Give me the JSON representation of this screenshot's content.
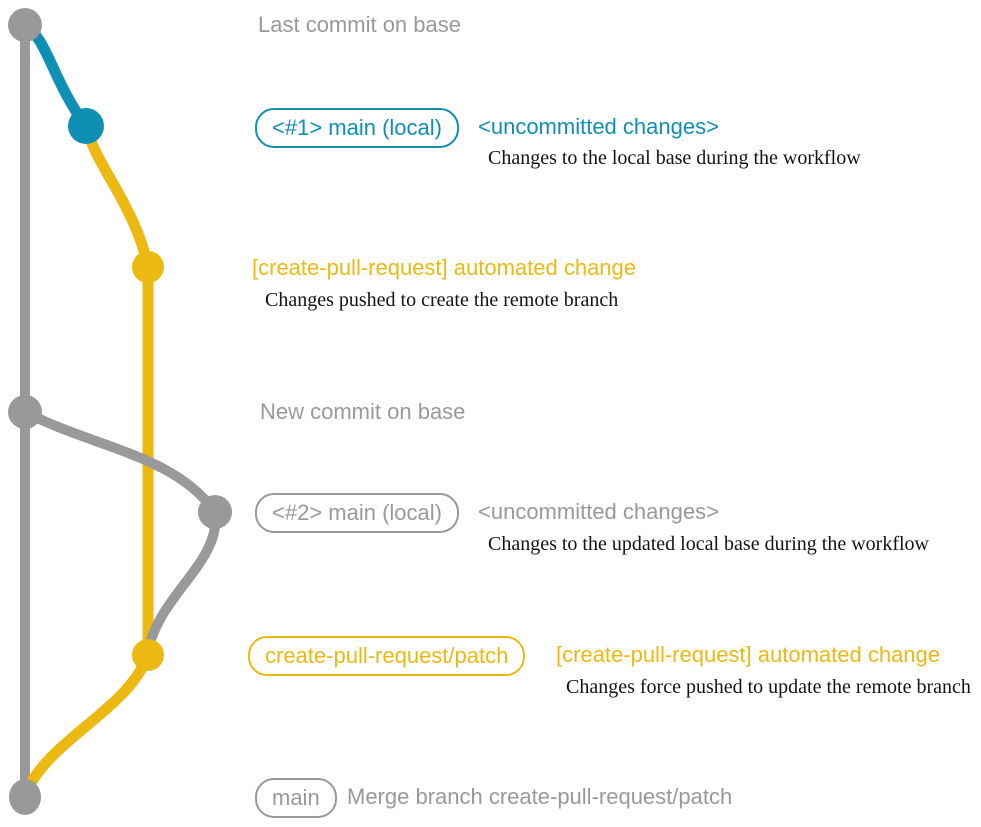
{
  "colors": {
    "gray": "#999999",
    "blue": "#0f8fb4",
    "yellow": "#ecb913",
    "ink": "#131313"
  },
  "graph": {
    "nodes": [
      {
        "name": "last-commit-on-base",
        "color": "gray"
      },
      {
        "name": "uncommitted-changes-1",
        "color": "blue"
      },
      {
        "name": "automated-change-1",
        "color": "yellow"
      },
      {
        "name": "new-commit-on-base",
        "color": "gray"
      },
      {
        "name": "uncommitted-changes-2",
        "color": "gray"
      },
      {
        "name": "automated-change-2",
        "color": "yellow"
      },
      {
        "name": "merge-commit",
        "color": "gray"
      }
    ]
  },
  "annotations": {
    "row1": {
      "label": "Last commit on base"
    },
    "row2": {
      "badge": "<#1> main (local)",
      "title": "<uncommitted changes>",
      "description": "Changes to the local base during the workflow"
    },
    "row3": {
      "title": "[create-pull-request] automated change",
      "description": "Changes pushed to create the remote branch"
    },
    "row4": {
      "label": "New commit on base"
    },
    "row5": {
      "badge": "<#2> main (local)",
      "title": "<uncommitted changes>",
      "description": "Changes to the updated local base during the workflow"
    },
    "row6": {
      "badge": "create-pull-request/patch",
      "title": "[create-pull-request] automated change",
      "description": "Changes force pushed to update the remote branch"
    },
    "row7": {
      "badge": "main",
      "label": "Merge branch create-pull-request/patch"
    }
  }
}
